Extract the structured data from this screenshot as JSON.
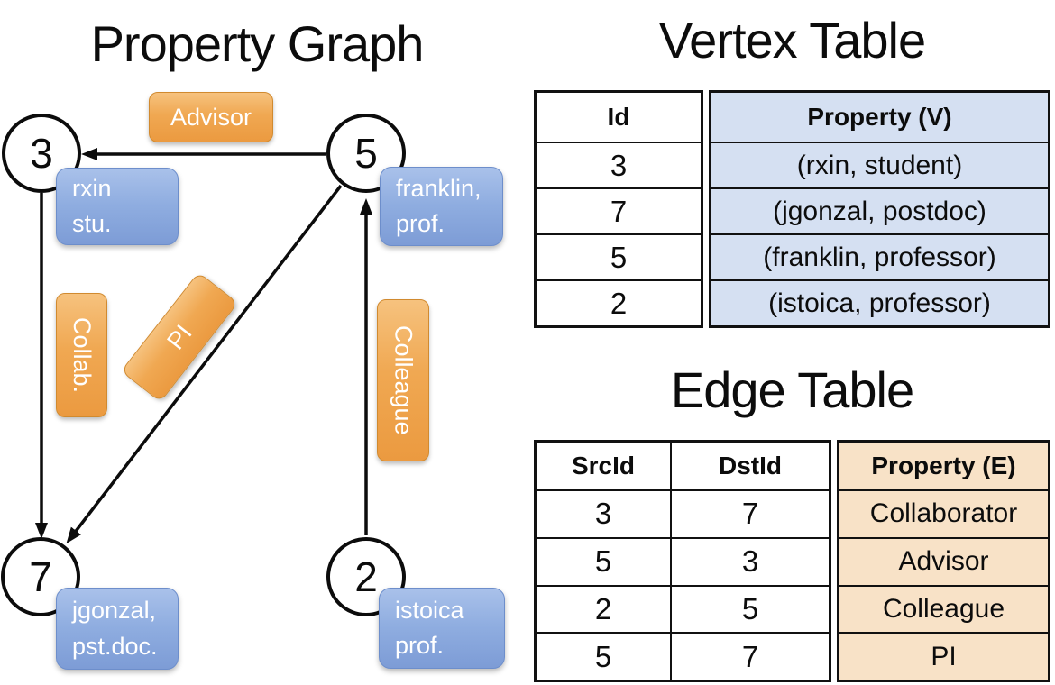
{
  "graph": {
    "title": "Property Graph",
    "nodes": [
      {
        "id": "3",
        "label_line1": "rxin",
        "label_line2": "stu."
      },
      {
        "id": "5",
        "label_line1": "franklin,",
        "label_line2": "prof."
      },
      {
        "id": "7",
        "label_line1": "jgonzal,",
        "label_line2": "pst.doc."
      },
      {
        "id": "2",
        "label_line1": "istoica",
        "label_line2": "prof."
      }
    ],
    "edge_labels": {
      "advisor": "Advisor",
      "collab": "Collab.",
      "pi": "PI",
      "colleague": "Colleague"
    },
    "edges": [
      {
        "from": "5",
        "to": "3",
        "label": "Advisor"
      },
      {
        "from": "3",
        "to": "7",
        "label": "Collab."
      },
      {
        "from": "5",
        "to": "7",
        "label": "PI"
      },
      {
        "from": "2",
        "to": "5",
        "label": "Colleague"
      }
    ]
  },
  "vertex_table": {
    "title": "Vertex Table",
    "headers": {
      "id": "Id",
      "property": "Property (V)"
    },
    "rows": [
      {
        "id": "3",
        "property": "(rxin, student)"
      },
      {
        "id": "7",
        "property": "(jgonzal, postdoc)"
      },
      {
        "id": "5",
        "property": "(franklin, professor)"
      },
      {
        "id": "2",
        "property": "(istoica, professor)"
      }
    ]
  },
  "edge_table": {
    "title": "Edge Table",
    "headers": {
      "src": "SrcId",
      "dst": "DstId",
      "property": "Property (E)"
    },
    "rows": [
      {
        "src": "3",
        "dst": "7",
        "property": "Collaborator"
      },
      {
        "src": "5",
        "dst": "3",
        "property": "Advisor"
      },
      {
        "src": "2",
        "dst": "5",
        "property": "Colleague"
      },
      {
        "src": "5",
        "dst": "7",
        "property": "PI"
      }
    ]
  },
  "colors": {
    "edge_label_orange": "#EFA752",
    "vertex_box_blue": "#8BA9DE",
    "vertex_cell_blue": "#D5E0F2",
    "edge_cell_tan": "#F8E2C7",
    "line_black": "#0C0C0C"
  }
}
